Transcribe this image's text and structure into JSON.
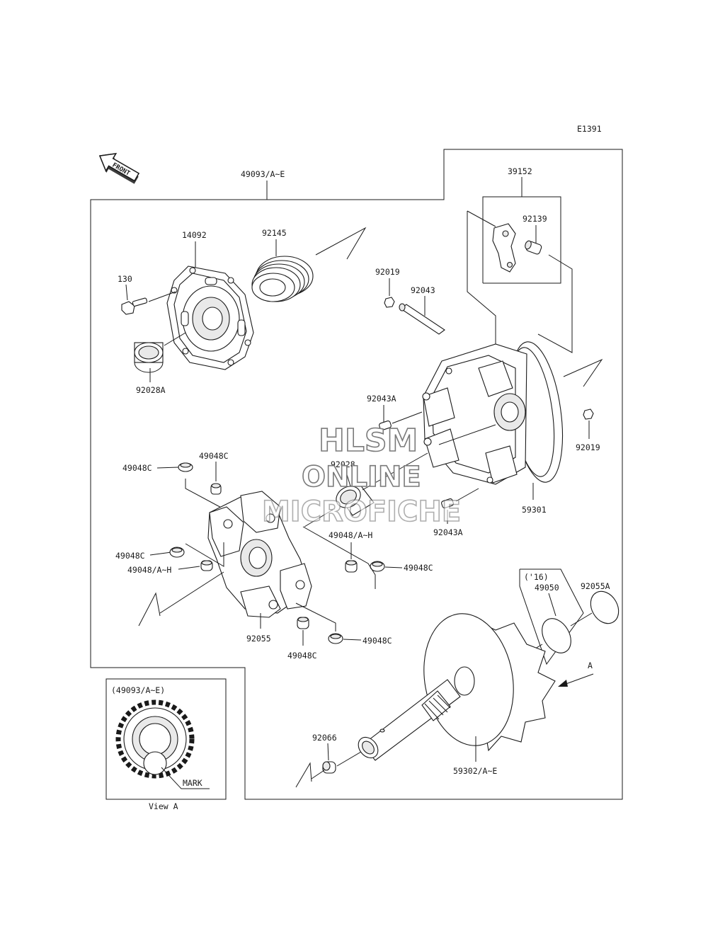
{
  "diagram_code": "E1391",
  "front_label": "FRONT",
  "watermark": {
    "line1": "HLSM",
    "line2": "ONLINE",
    "line3": "MICROFICHE"
  },
  "view_box": {
    "title": "(49093/A~E)",
    "mark_label": "MARK",
    "caption": "View A"
  },
  "arrow_a_label": "A",
  "year_note": "('16)",
  "parts": [
    {
      "id": "p-49093-top",
      "label": "49093/A~E"
    },
    {
      "id": "p-39152",
      "label": "39152"
    },
    {
      "id": "p-92139",
      "label": "92139"
    },
    {
      "id": "p-14092",
      "label": "14092"
    },
    {
      "id": "p-92145",
      "label": "92145"
    },
    {
      "id": "p-130",
      "label": "130"
    },
    {
      "id": "p-92019-a",
      "label": "92019"
    },
    {
      "id": "p-92043",
      "label": "92043"
    },
    {
      "id": "p-92028A",
      "label": "92028A"
    },
    {
      "id": "p-92043A-a",
      "label": "92043A"
    },
    {
      "id": "p-92019-b",
      "label": "92019"
    },
    {
      "id": "p-92028",
      "label": "92028"
    },
    {
      "id": "p-49048C-a",
      "label": "49048C"
    },
    {
      "id": "p-49048C-b",
      "label": "49048C"
    },
    {
      "id": "p-59301",
      "label": "59301"
    },
    {
      "id": "p-92043A-b",
      "label": "92043A"
    },
    {
      "id": "p-49048AH-a",
      "label": "49048/A~H"
    },
    {
      "id": "p-49048C-c",
      "label": "49048C"
    },
    {
      "id": "p-49048AH-b",
      "label": "49048/A~H"
    },
    {
      "id": "p-49048C-d",
      "label": "49048C"
    },
    {
      "id": "p-92055A",
      "label": "92055A"
    },
    {
      "id": "p-92055",
      "label": "92055"
    },
    {
      "id": "p-49050",
      "label": "49050"
    },
    {
      "id": "p-49048C-e",
      "label": "49048C"
    },
    {
      "id": "p-49048C-f",
      "label": "49048C"
    },
    {
      "id": "p-92066",
      "label": "92066"
    },
    {
      "id": "p-59302",
      "label": "59302/A~E"
    }
  ]
}
